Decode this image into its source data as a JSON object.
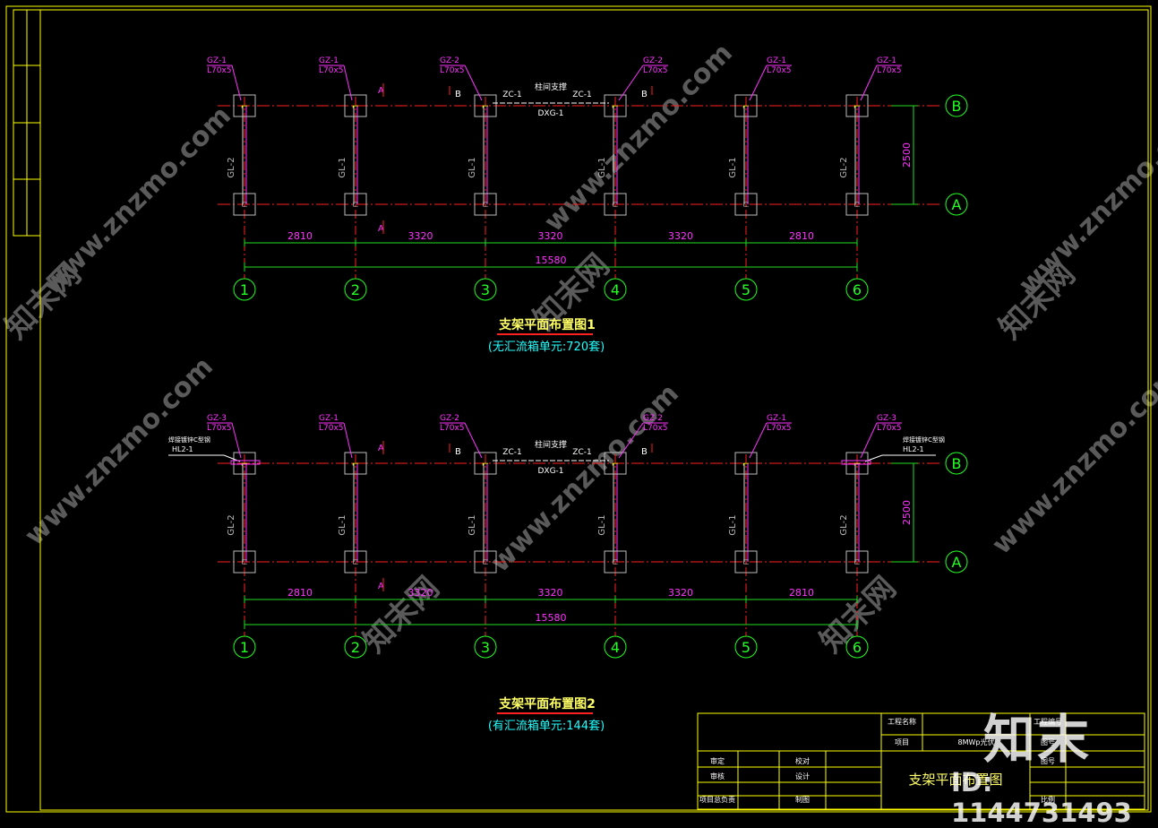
{
  "colors": {
    "frame": "#ffff00",
    "axis": "#ff2020",
    "dim": "#22dd22",
    "dim_text": "#ff33ff",
    "label": "#ff33ff",
    "cyan": "#22ffff",
    "column": "#bbbbbb",
    "bubble": "#22ff22",
    "watermark": "#5a5a5a"
  },
  "plans": [
    {
      "id": "plan1",
      "title": "支架平面布置图1",
      "subtitle": "(无汇流箱单元:720套)",
      "column_tags": [
        {
          "tag": "GZ-1",
          "size": "L70x5"
        },
        {
          "tag": "GZ-1",
          "size": "L70x5"
        },
        {
          "tag": "GZ-2",
          "size": "L70x5"
        },
        {
          "tag": "GZ-2",
          "size": "L70x5"
        },
        {
          "tag": "GZ-1",
          "size": "L70x5"
        },
        {
          "tag": "GZ-1",
          "size": "L70x5"
        }
      ],
      "side_notes": []
    },
    {
      "id": "plan2",
      "title": "支架平面布置图2",
      "subtitle": "(有汇流箱单元:144套)",
      "column_tags": [
        {
          "tag": "GZ-3",
          "size": "L70x5"
        },
        {
          "tag": "GZ-1",
          "size": "L70x5"
        },
        {
          "tag": "GZ-2",
          "size": "L70x5"
        },
        {
          "tag": "GZ-2",
          "size": "L70x5"
        },
        {
          "tag": "GZ-1",
          "size": "L70x5"
        },
        {
          "tag": "GZ-3",
          "size": "L70x5"
        }
      ],
      "side_notes": [
        {
          "text": "焊接镀锌C型钢",
          "tag": "HL2-1"
        },
        {
          "text": "焊接镀锌C型钢",
          "tag": "HL2-1"
        }
      ]
    }
  ],
  "beams": [
    "GL-2",
    "GL-1",
    "GL-1",
    "GL-1",
    "GL-1",
    "GL-2"
  ],
  "bracing": {
    "title": "柱间支撑",
    "left": "ZC-1",
    "right": "ZC-1",
    "bottom": "DXG-1"
  },
  "section_marks": {
    "a": "A",
    "b": "B"
  },
  "grid_columns": [
    "1",
    "2",
    "3",
    "4",
    "5",
    "6"
  ],
  "grid_rows": [
    "B",
    "A"
  ],
  "spacings": [
    "2810",
    "3320",
    "3320",
    "3320",
    "2810"
  ],
  "total_length": "15580",
  "row_spacing": "2500",
  "title_block": {
    "project_name_label": "工程名称",
    "item_label": "项目",
    "item_value": "8MWp光伏",
    "project_no_label": "工程编号",
    "drawing_no_label": "图号",
    "approve": "审定",
    "review": "审核",
    "chief": "项目总负责",
    "check": "校对",
    "design": "设计",
    "draw": "制图",
    "drawing_title": "支架平面布置图",
    "code": "图号",
    "scale": "比例"
  },
  "watermark": {
    "logo": "知末",
    "id": "ID: 1144731493",
    "url": "www.znzmo.com",
    "brand": "知末网"
  }
}
